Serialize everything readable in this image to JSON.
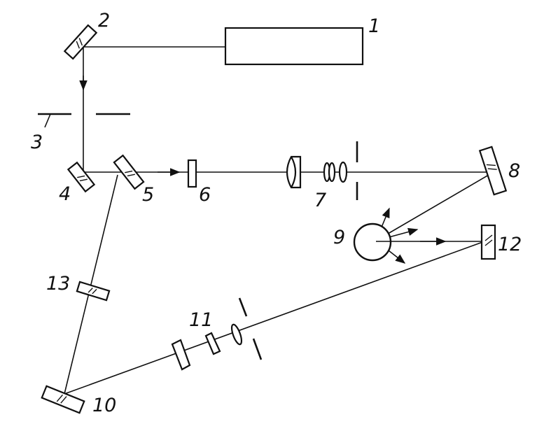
{
  "diagram": {
    "labels": {
      "n1": "1",
      "n2": "2",
      "n3": "3",
      "n4": "4",
      "n5": "5",
      "n6": "6",
      "n7": "7",
      "n8": "8",
      "n9": "9",
      "n10": "10",
      "n11": "11",
      "n12": "12",
      "n13": "13"
    }
  },
  "colors": {
    "ink": "#111111",
    "background": "#ffffff"
  }
}
